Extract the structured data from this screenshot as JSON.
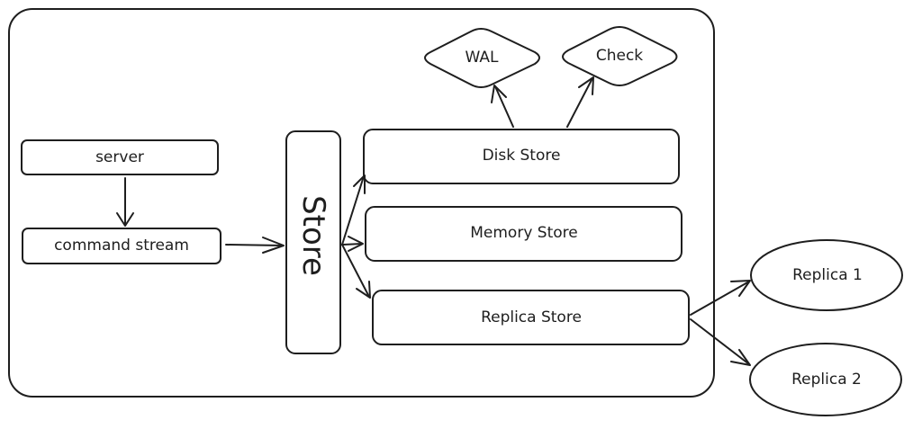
{
  "diagram": {
    "nodes": {
      "server": "server",
      "command_stream": "command stream",
      "store": "Store",
      "disk_store": "Disk Store",
      "memory_store": "Memory Store",
      "replica_store": "Replica Store",
      "wal": "WAL",
      "check": "Check",
      "replica_1": "Replica 1",
      "replica_2": "Replica 2"
    }
  }
}
